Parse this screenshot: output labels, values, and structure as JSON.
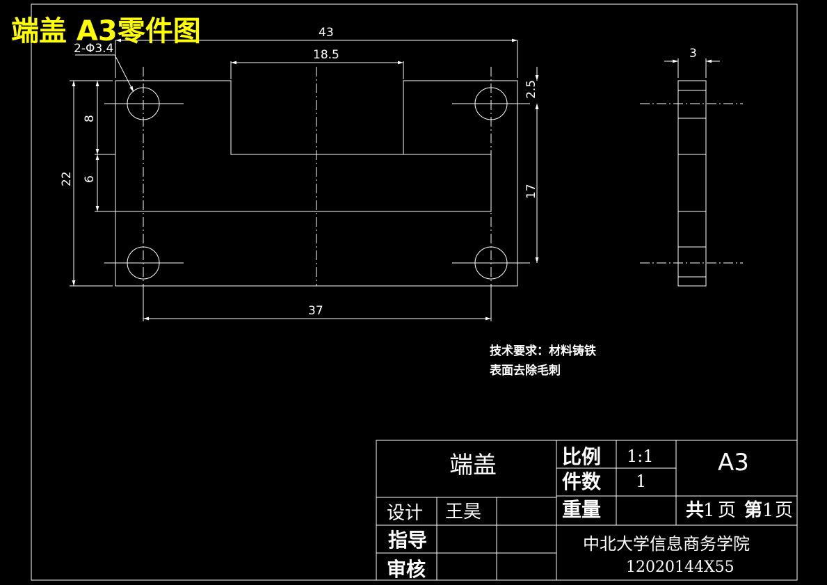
{
  "drawing_title": "端盖  A3零件图",
  "dimensions": {
    "hole_spec": "2-Φ3.4",
    "overall_width": "43",
    "slot_width": "18.5",
    "hole_spacing": "37",
    "height": "22",
    "upper": "8",
    "lower": "6",
    "top_offset": "2.5",
    "right_vertical": "17",
    "thickness": "3"
  },
  "notes": {
    "line1": "技术要求：材料铸铁",
    "line2": "表面去除毛刺"
  },
  "title_block": {
    "part_name": "端盖",
    "scale_label": "比例",
    "scale_value": "1:1",
    "quantity_label": "件数",
    "quantity_value": "1",
    "weight_label": "重量",
    "sheet_size": "A3",
    "pages_total_prefix": "共",
    "pages_total": "1",
    "page_unit": "页",
    "page_current_prefix": "第",
    "page_current": "1",
    "design_label": "设计",
    "designer": "王昊",
    "guide_label": "指导",
    "review_label": "审核",
    "school": "中北大学信息商务学院",
    "code": "12020144X55"
  }
}
